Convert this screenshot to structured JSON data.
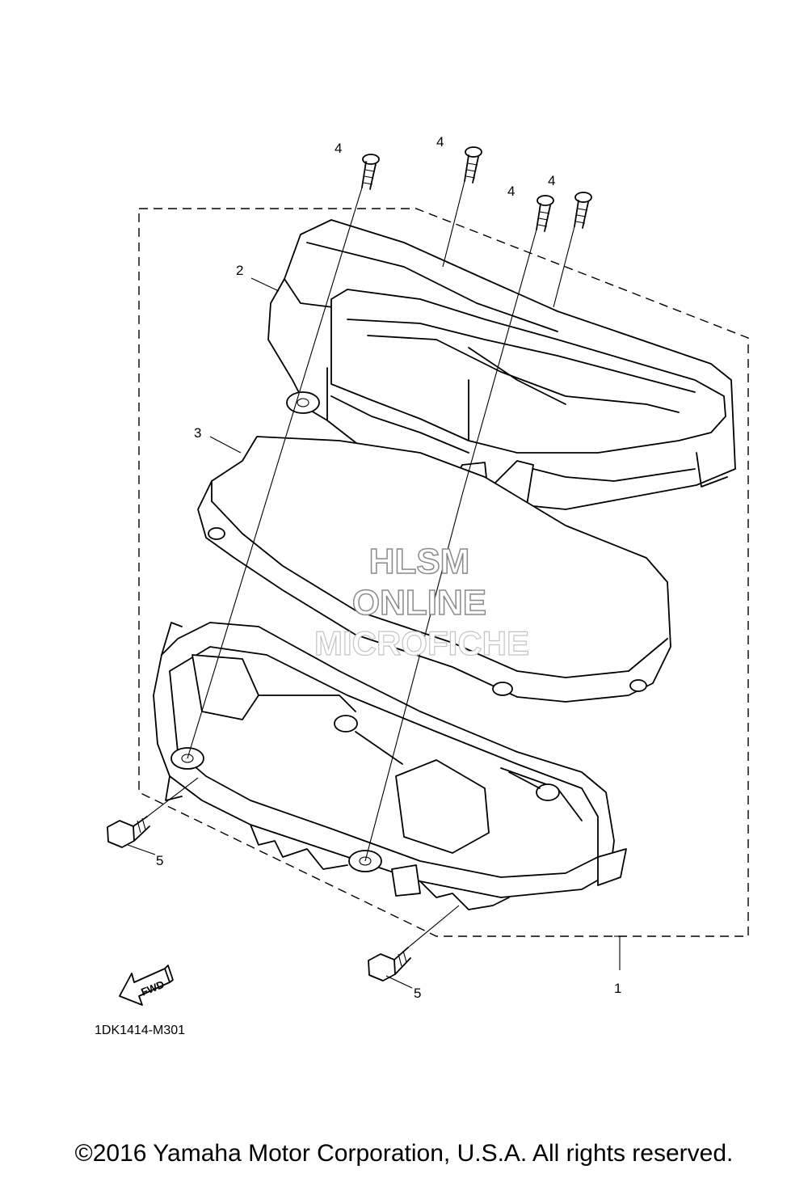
{
  "callouts": {
    "assembly": "1",
    "housing": "2",
    "lens": "3",
    "screw_a": "4",
    "screw_b": "4",
    "screw_c": "4",
    "screw_d": "4",
    "bolt_left": "5",
    "bolt_right": "5"
  },
  "fwd_label": "FWD",
  "diagram_code": "1DK1414-M301",
  "watermark": {
    "line1": "HLSM",
    "line2": "ONLINE",
    "line3": "MICROFICHE"
  },
  "copyright": "©2016 Yamaha Motor Corporation, U.S.A. All rights reserved."
}
